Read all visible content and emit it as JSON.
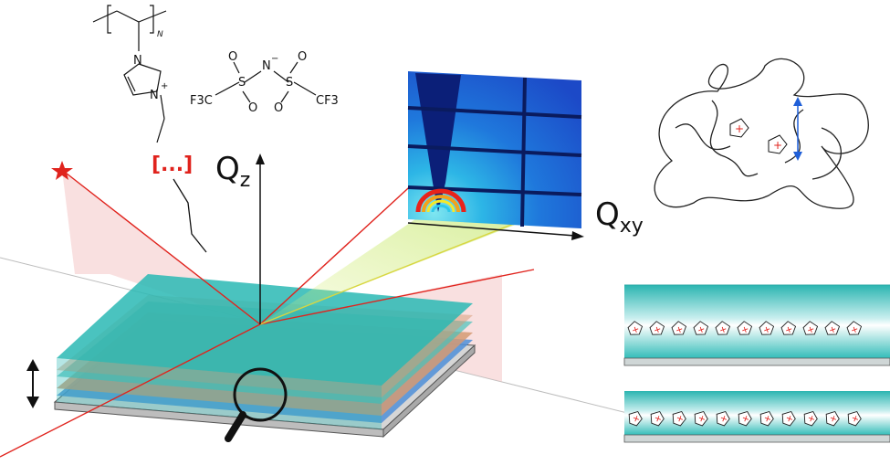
{
  "labels": {
    "qz_main": "Q",
    "qz_sub": "z",
    "qxy_main": "Q",
    "qxy_sub": "xy",
    "ellipsis": "[...]"
  },
  "chemistry": {
    "polymer_subscript": "N",
    "imidazolium_n1": "N",
    "imidazolium_n2": "N",
    "imidazolium_charge": "+",
    "anion_n": "N",
    "anion_charge": "−",
    "sulfur_left": "S",
    "sulfur_right": "S",
    "oxygen": "O",
    "cf3_left": "F3C",
    "cf3_right": "CF3"
  },
  "colors": {
    "beam": "#e0231d",
    "film_top": "#2ab8b4",
    "film_orange": "#d59a73",
    "film_blue": "#4f8fd8",
    "detector_bg": "#1f55d6",
    "spacing_arrow": "#1f5fd8",
    "cation_plus": "#e0231d"
  },
  "icons": [
    "star-icon",
    "magnifier-icon",
    "double-arrow-icon"
  ]
}
